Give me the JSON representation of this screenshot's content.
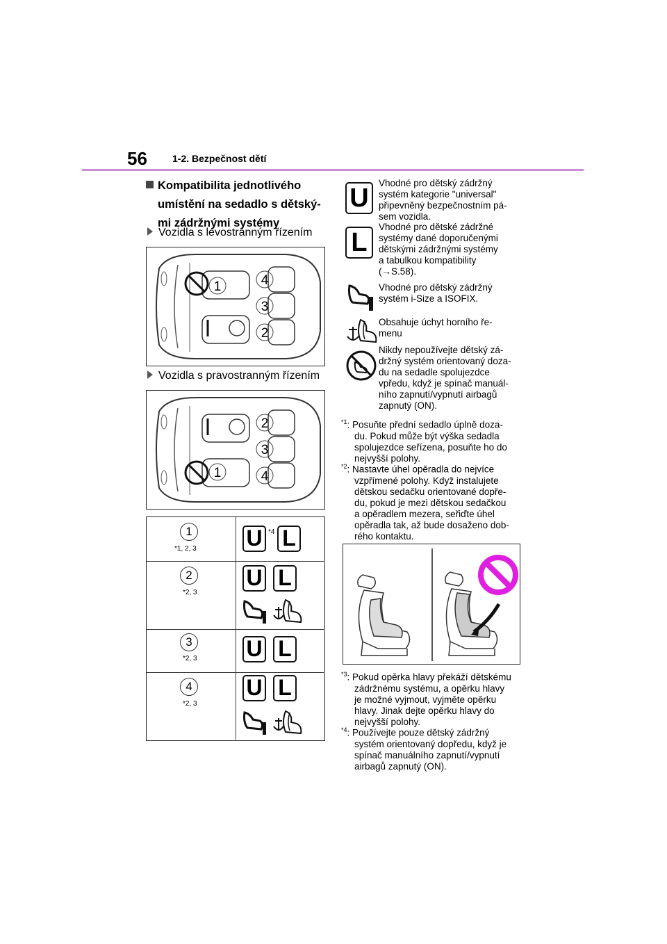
{
  "header": {
    "page_number": "56",
    "chapter": "1-2. Bezpečnost dětí"
  },
  "section": {
    "title": "Kompatibilita jednotlivého umístění na sedadlo s dětský-mi zádržnými systémy",
    "title_lines": [
      "Kompatibilita jednotlivého",
      "umístění na sedadlo s dětský-",
      "mi zádržnými systémy"
    ],
    "lhd_label": "Vozidla s levostranným řízením",
    "rhd_label": "Vozidla s pravostranným řízením"
  },
  "diagram_lhd": {
    "seats": [
      "1",
      "4",
      "3",
      "2"
    ]
  },
  "diagram_rhd": {
    "seats": [
      "2",
      "3",
      "1",
      "4"
    ]
  },
  "compat_table": {
    "rows": [
      {
        "seat": "1",
        "note": "*1, 2, 3",
        "marks": [
          "U",
          "L"
        ],
        "mark_note": "*4",
        "icons": []
      },
      {
        "seat": "2",
        "note": "*2, 3",
        "marks": [
          "U",
          "L"
        ],
        "mark_note": "",
        "icons": [
          "isofix-seat-icon",
          "top-tether-icon"
        ]
      },
      {
        "seat": "3",
        "note": "*2, 3",
        "marks": [
          "U",
          "L"
        ],
        "mark_note": "",
        "icons": []
      },
      {
        "seat": "4",
        "note": "*2, 3",
        "marks": [
          "U",
          "L"
        ],
        "mark_note": "",
        "icons": [
          "isofix-seat-icon",
          "top-tether-icon"
        ]
      }
    ]
  },
  "legend": {
    "u_mark": "U",
    "u_text": "Vhodné pro dětský zádržný systém kategorie \"universal\" připevněný bezpečnostním pá-sem vozidla.",
    "u_lines": [
      "Vhodné pro dětský zádržný",
      "systém kategorie \"universal\"",
      "připevněný bezpečnostním pá-",
      "sem vozidla."
    ],
    "l_mark": "L",
    "l_lines": [
      "Vhodné pro dětské zádržné",
      "systémy dané doporučenými",
      "dětskými zádržnými systémy",
      "a tabulkou kompatibility",
      "(→S.58)."
    ],
    "isofix_lines": [
      "Vhodné pro dětský zádržný",
      "systém i-Size a ISOFIX."
    ],
    "tether_lines": [
      "Obsahuje úchyt horního ře-",
      "menu"
    ],
    "no_rear_lines": [
      "Nikdy nepoužívejte dětský zá-",
      "držný systém orientovaný doza-",
      "du na sedadle spolujezdce",
      "vpředu, když je spínač manuál-",
      "ního zapnutí/vypnutí airbagů",
      "zapnutý (ON)."
    ]
  },
  "notes_top": [
    {
      "mark": "*1",
      "lines": [
        "Posuňte přední sedadlo úplně doza-",
        "du. Pokud může být výška sedadla",
        "spolujezdce seřízena, posuňte ho do",
        "nejvyšší polohy."
      ]
    },
    {
      "mark": "*2",
      "lines": [
        "Nastavte úhel opěradla do nejvíce",
        "vzpřímené polohy. Když instalujete",
        "dětskou sedačku orientované dopře-",
        "du, pokud je mezi dětskou sedačkou",
        "a opěradlem mezera, seřiďte úhel",
        "opěradla tak, až bude dosaženo dob-",
        "rého kontaktu."
      ]
    }
  ],
  "notes_bottom": [
    {
      "mark": "*3",
      "lines": [
        "Pokud opěrka hlavy překáží dětskému",
        "zádržnému systému, a opěrku hlavy",
        "je možné vyjmout, vyjměte opěrku",
        "hlavy. Jinak dejte opěrku hlavy do",
        "nejvyšší polohy."
      ]
    },
    {
      "mark": "*4",
      "lines": [
        "Používejte pouze dětský zádržný",
        "systém orientovaný dopředu, když je",
        "spínač manuálního zapnutí/vypnutí",
        "airbagů zapnutý (ON)."
      ]
    }
  ],
  "colors": {
    "rule": "#c88bd4",
    "prohibit": "#e020e0"
  }
}
